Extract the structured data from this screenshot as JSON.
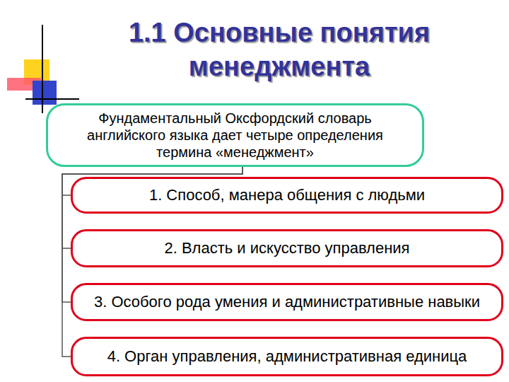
{
  "diagram": {
    "title": "1.1 Основные понятия менеджмента",
    "nodes": [
      {
        "text": [
          "Фундаментальный Оксфордский словарь английского языка дает четыре определения термина «менеджмент»"
        ]
      },
      {
        "text": [
          "1. Способ, манера общения с людьми"
        ]
      },
      {
        "text": [
          "2. Власть и искусство управления"
        ]
      },
      {
        "text": [
          "3. Особого рода умения и административные навыки"
        ]
      },
      {
        "text": [
          "4. Орган управления, административная единица"
        ]
      }
    ],
    "edges": [
      {
        "from": 0,
        "to": 1,
        "arrow": "none"
      },
      {
        "from": 0,
        "to": 2,
        "arrow": "none"
      },
      {
        "from": 0,
        "to": 3,
        "arrow": "none"
      },
      {
        "from": 0,
        "to": 4,
        "arrow": "none"
      }
    ]
  }
}
